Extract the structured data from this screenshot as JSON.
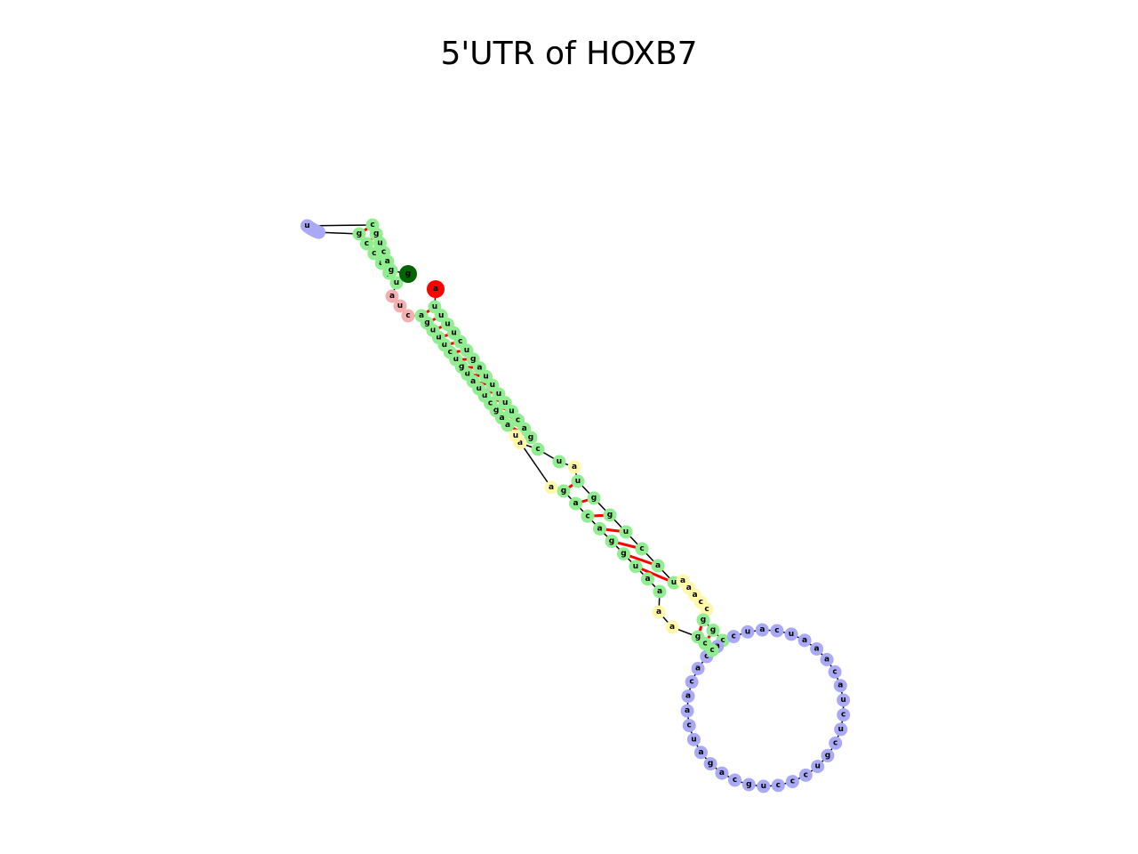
{
  "title": "5'UTR of HOXB7",
  "colors": {
    "hairpin_loop": "#a9a9f5",
    "stem": "#90ee90",
    "internal_loop": "#fff8a8",
    "five_prime_end": "#ff0000",
    "three_prime_end": "#006400",
    "unpaired_5": "#f4b0b0",
    "backbone": "#000000",
    "base_pair": "#ff0000"
  },
  "structure": {
    "five_prime_base": "a",
    "three_prime_base": "g",
    "stem_a": {
      "strand_5": "uuuucugauuuuucag",
      "strand_3": "aagcuuaugucuuuga"
    },
    "bulge": {
      "left": "a",
      "right": "au"
    },
    "stem_b": {
      "strand_5": "cuuggucau",
      "strand_3": "aauggacag"
    },
    "interior_loop": {
      "left": "aaacc",
      "right": "aa"
    },
    "stem_c": {
      "strand_5": "ggc",
      "strand_3": "ccg"
    },
    "loop_large": "cuacuaaacaucucgucccugcagaucaacaca",
    "small_loop_unpaired": "cua",
    "stem_small": {
      "strand_5": "ugaccg",
      "strand_3": "cgucag"
    },
    "loop_small": "uuuuugguguaaucu"
  }
}
